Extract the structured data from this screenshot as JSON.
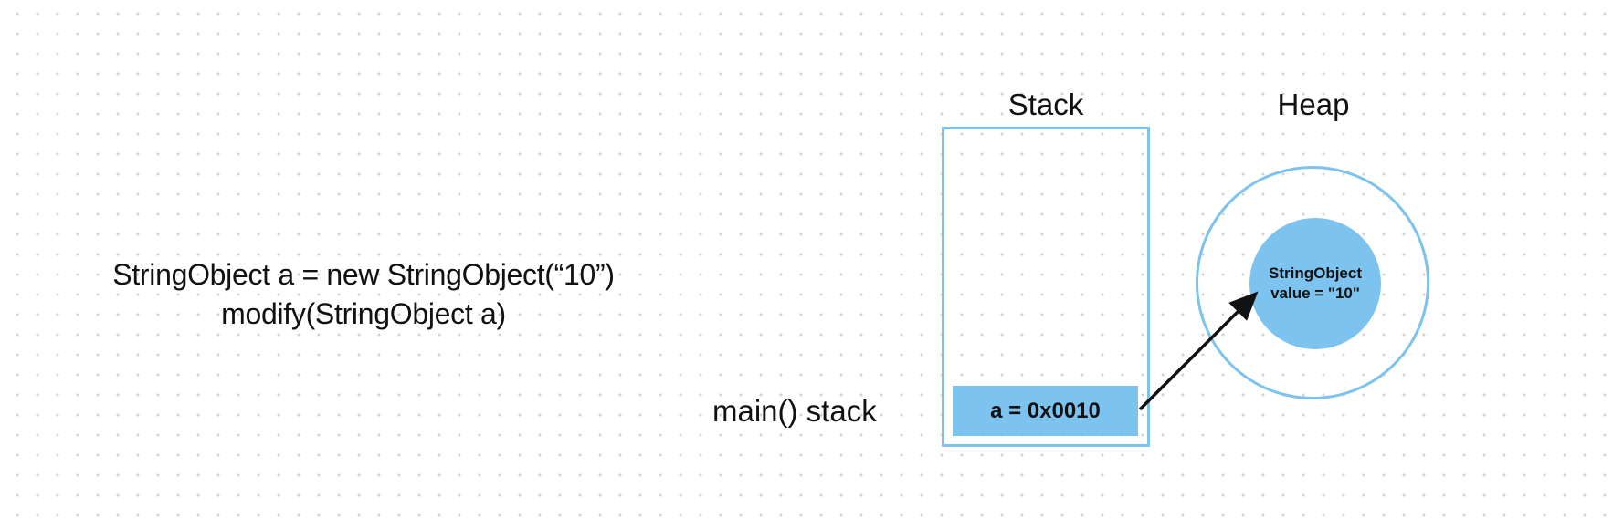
{
  "code": {
    "line1": "StringObject a = new StringObject(“10”)",
    "line2": "modify(StringObject a)"
  },
  "stack": {
    "title": "Stack",
    "frame_label": "main() stack",
    "cell_text": "a = 0x0010"
  },
  "heap": {
    "title": "Heap",
    "object_type": "StringObject",
    "object_value": "value = \"10\""
  },
  "colors": {
    "accent": "#7cc3f0",
    "border": "#7dc3ee",
    "text": "#111111",
    "arrow": "#111111"
  }
}
